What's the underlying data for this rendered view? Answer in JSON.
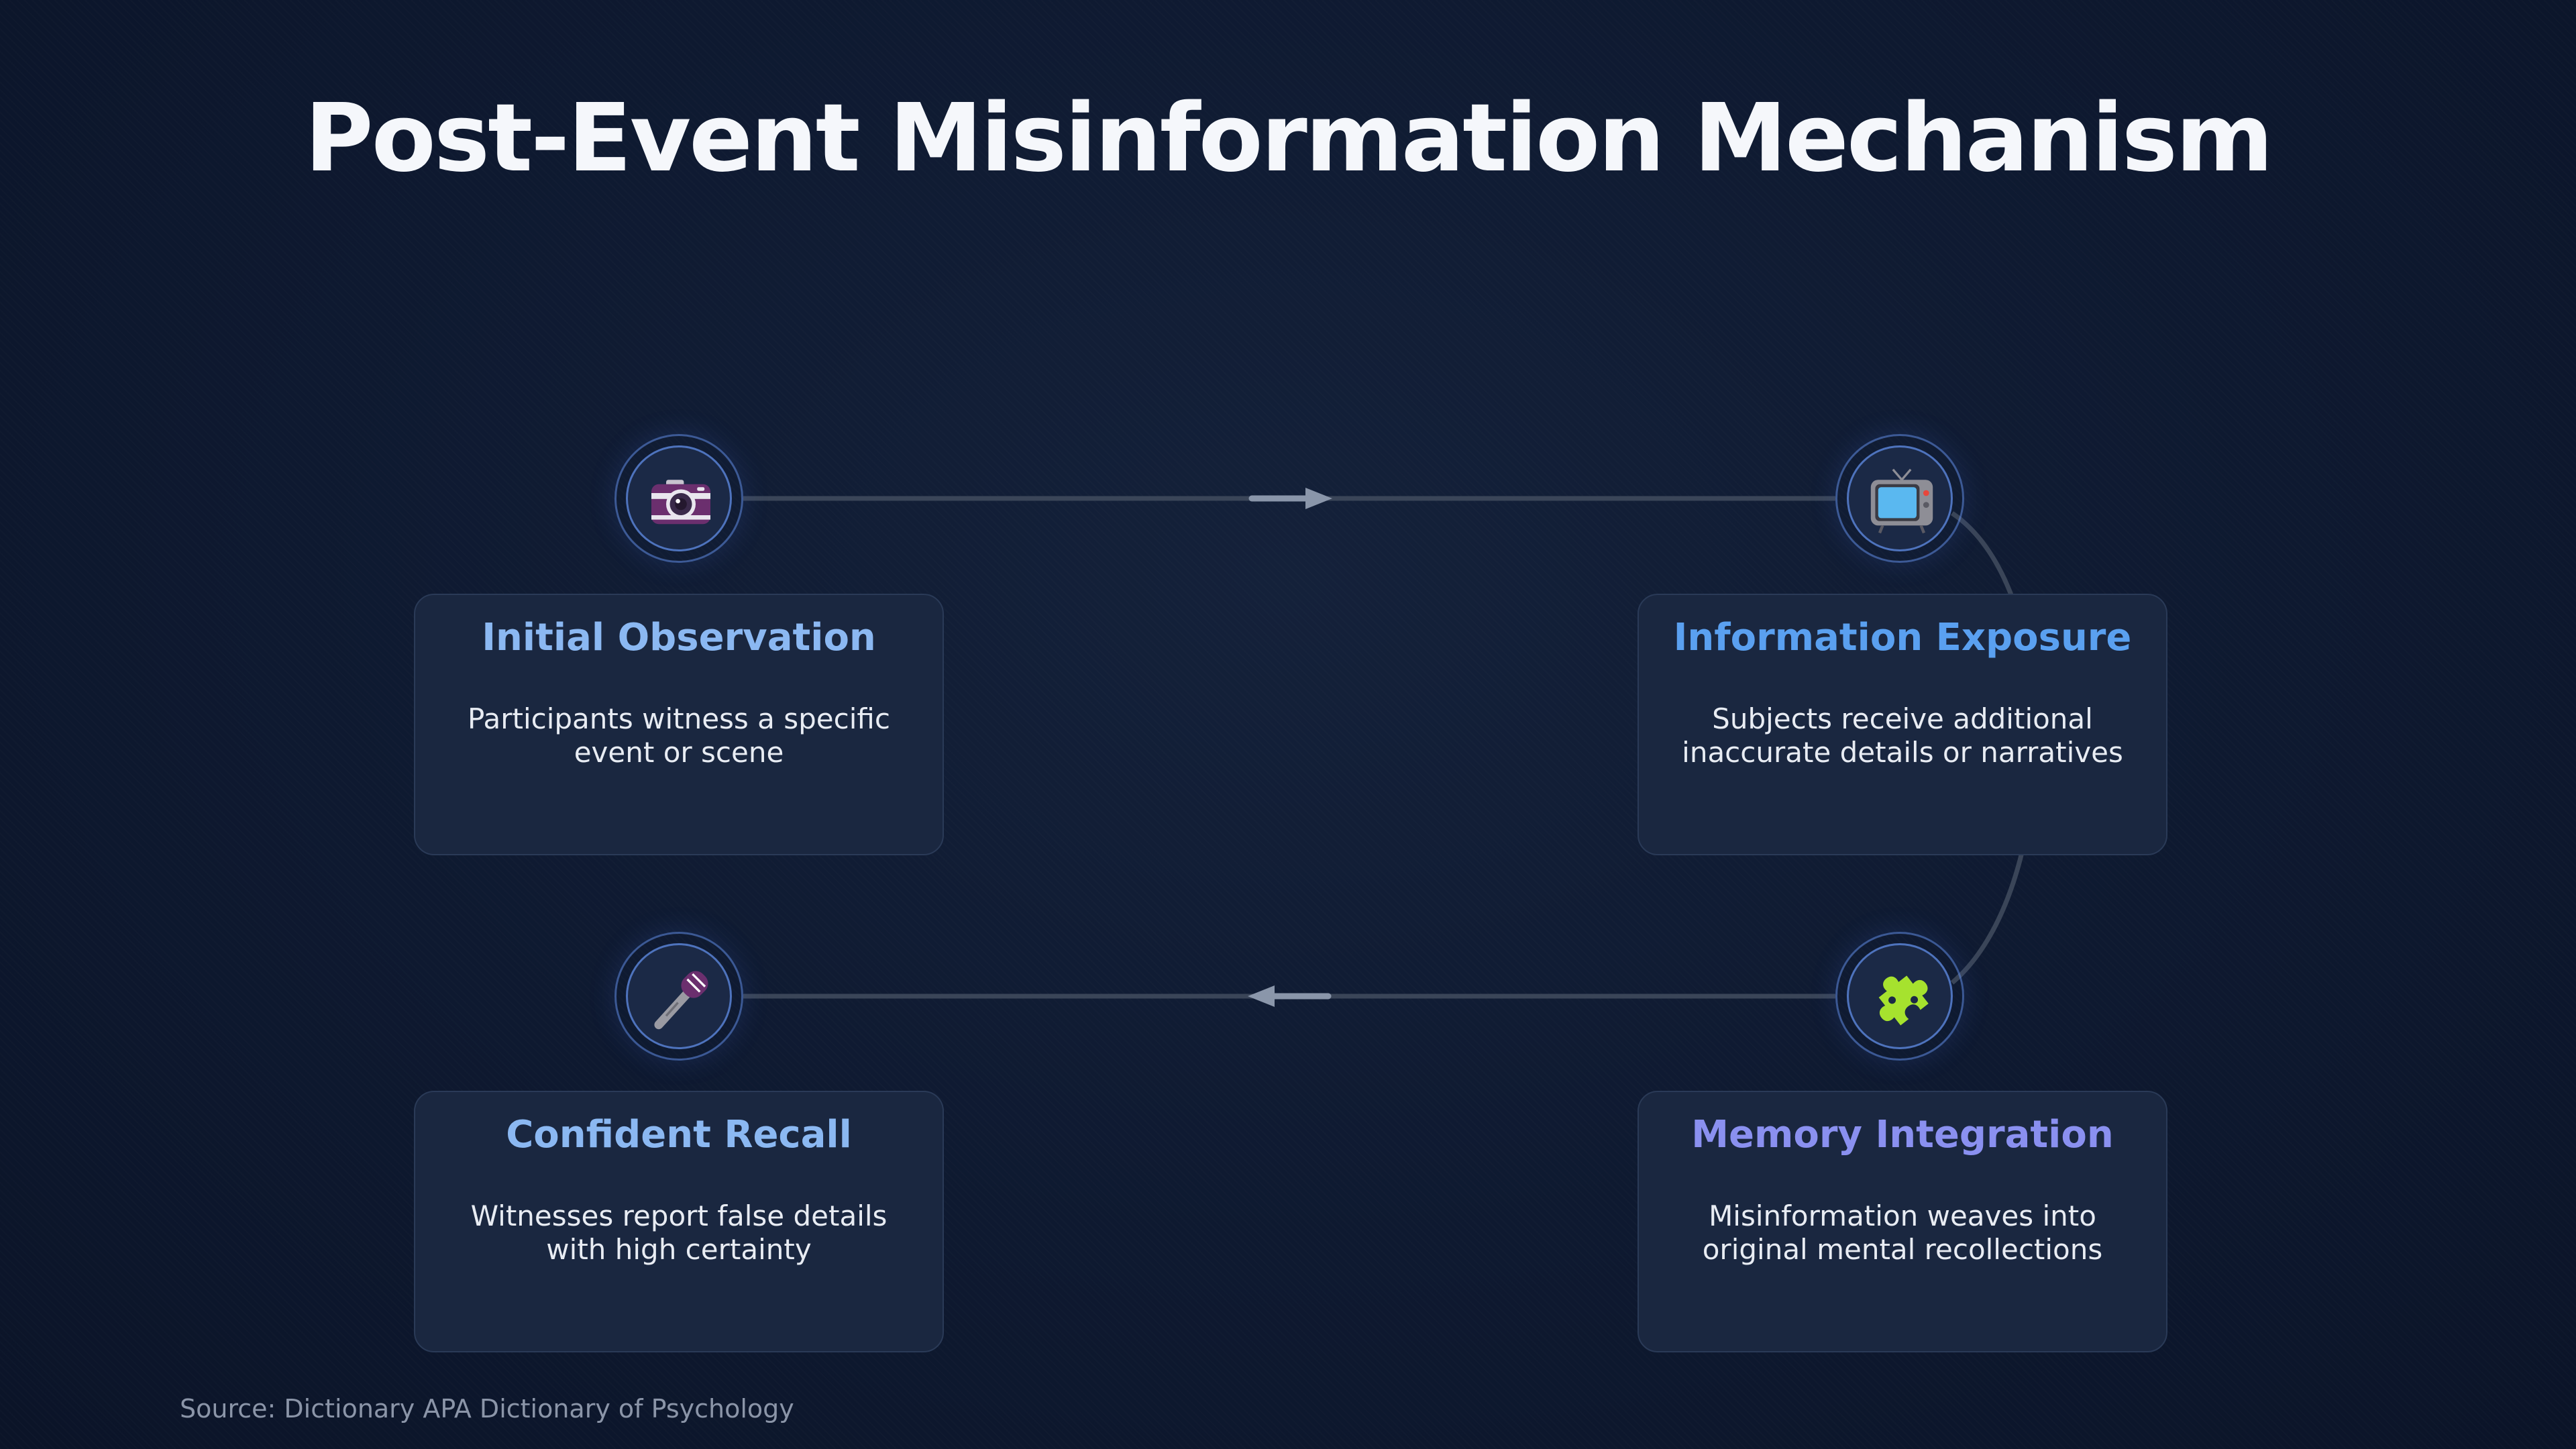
{
  "title": "Post-Event Misinformation Mechanism",
  "colors": {
    "background": "#0e1930",
    "card_background": "#1a2740",
    "card_border": "#2a3a57",
    "connector": "#3a4558",
    "arrow": "#8a96aa",
    "ring": "#5f8ce6"
  },
  "steps": [
    {
      "title": "Initial Observation",
      "description": "Participants witness a specific event or scene",
      "title_color": "#8bb8f2",
      "icon": "camera-icon"
    },
    {
      "title": "Information Exposure",
      "description": "Subjects receive additional inaccurate details or narratives",
      "title_color": "#5aa0f0",
      "icon": "television-icon"
    },
    {
      "title": "Memory Integration",
      "description": "Misinformation weaves into original mental recollections",
      "title_color": "#8a90f0",
      "icon": "puzzle-piece-icon"
    },
    {
      "title": "Confident Recall",
      "description": "Witnesses report false details with high certainty",
      "title_color": "#8bb8f2",
      "icon": "microphone-icon"
    }
  ],
  "source": "Source: Dictionary APA Dictionary of Psychology"
}
